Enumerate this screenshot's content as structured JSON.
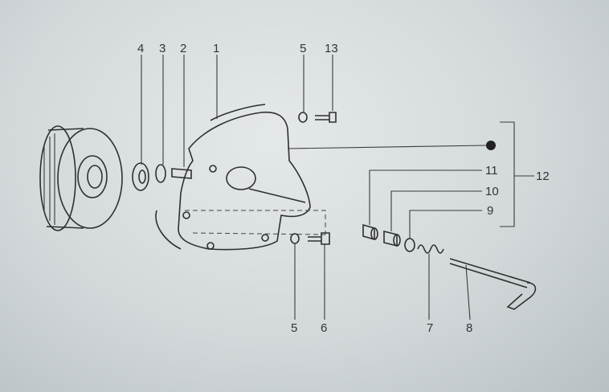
{
  "diagram": {
    "labels": {
      "l4": "4",
      "l3": "3",
      "l2": "2",
      "l1": "1",
      "l5_top": "5",
      "l13": "13",
      "l11": "11",
      "l10": "10",
      "l9": "9",
      "l12": "12",
      "l5_bottom": "5",
      "l6": "6",
      "l7": "7",
      "l8": "8"
    }
  }
}
